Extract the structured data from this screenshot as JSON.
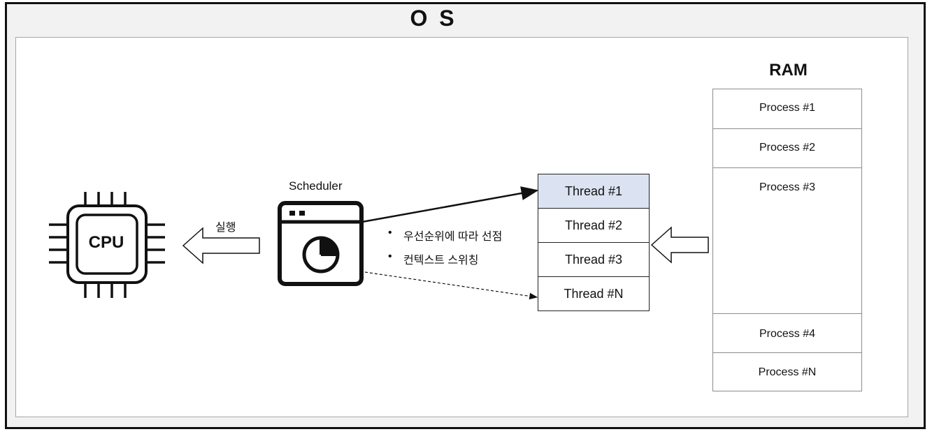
{
  "os": {
    "title": "O S"
  },
  "cpu": {
    "label": "CPU",
    "icon": "cpu-chip-icon"
  },
  "execute": {
    "label": "실행"
  },
  "scheduler": {
    "label": "Scheduler",
    "icon": "scheduler-window-pie-icon",
    "bullets": [
      "우선순위에 따라 선점",
      "컨텍스트 스위칭"
    ]
  },
  "threads": [
    {
      "label": "Thread #1",
      "active": true
    },
    {
      "label": "Thread #2",
      "active": false
    },
    {
      "label": "Thread #3",
      "active": false
    },
    {
      "label": "Thread #N",
      "active": false
    }
  ],
  "ram": {
    "title": "RAM",
    "processes": [
      "Process #1",
      "Process #2",
      "Process #3",
      "Process #4",
      "Process #N"
    ],
    "thread_cluster_icon": "wavy-threads-icon"
  },
  "colors": {
    "active_thread": "#dbe3f2",
    "process_circle": "#c8c8c8",
    "wave": "#2f4a7a"
  }
}
